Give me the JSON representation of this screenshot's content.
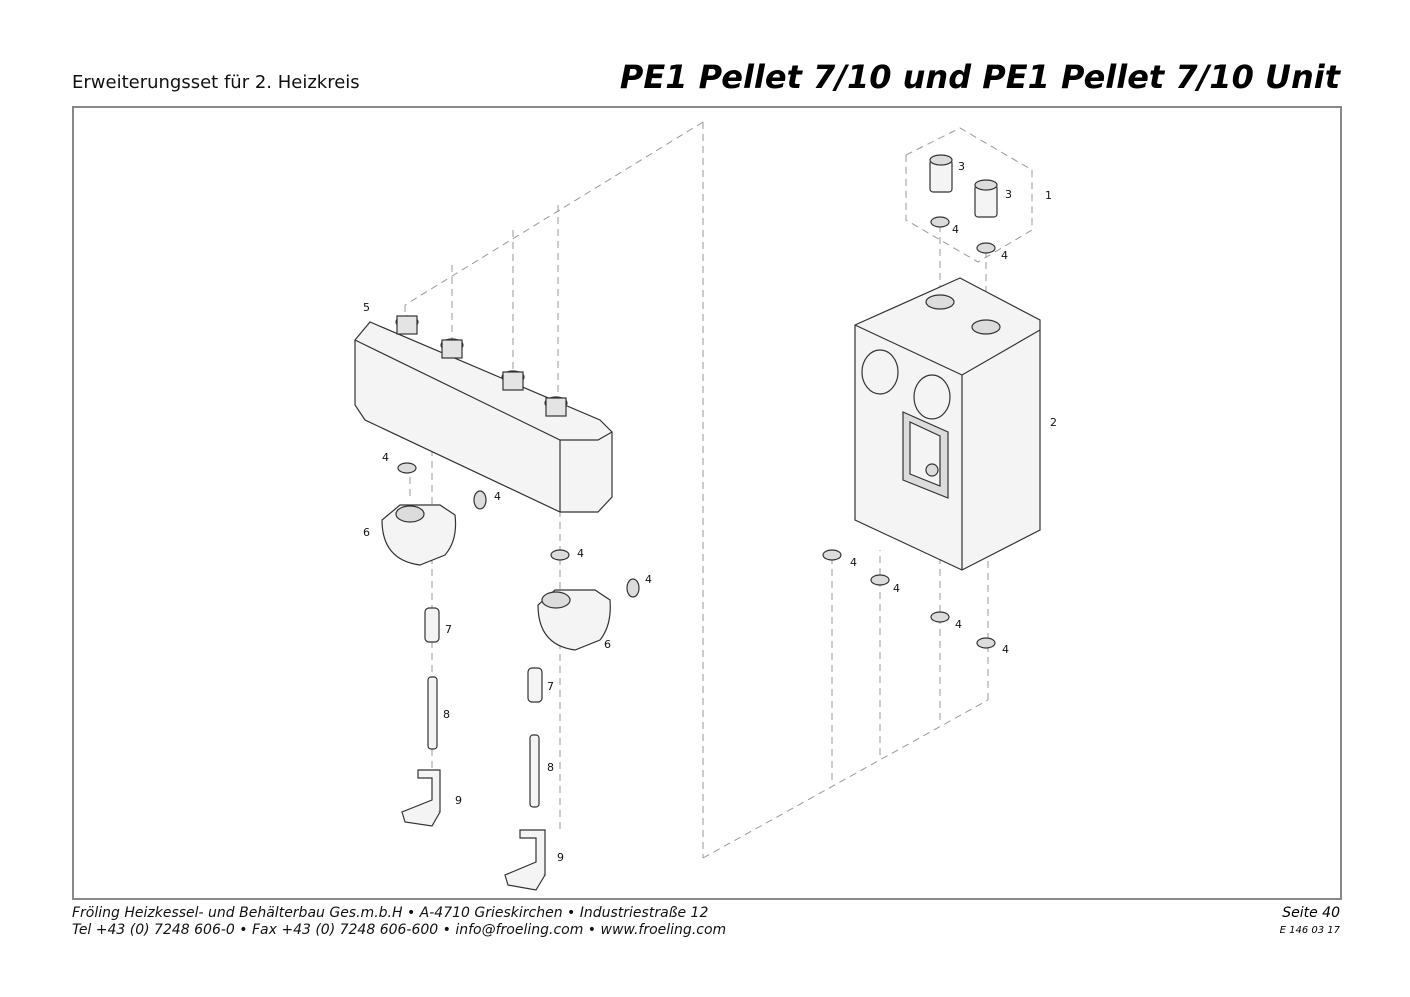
{
  "header": {
    "subtitle": "Erweiterungsset für 2. Heizkreis",
    "title": "PE1 Pellet 7/10 und PE1 Pellet 7/10 Unit"
  },
  "diagram": {
    "labels": {
      "l1": "1",
      "l2": "2",
      "l3a": "3",
      "l3b": "3",
      "l4a": "4",
      "l4b": "4",
      "l4c": "4",
      "l4d": "4",
      "l4e": "4",
      "l4f": "4",
      "l4g": "4",
      "l4h": "4",
      "l4i": "4",
      "l4j": "4",
      "l5": "5",
      "l6a": "6",
      "l6b": "6",
      "l7a": "7",
      "l7b": "7",
      "l8a": "8",
      "l8b": "8",
      "l9a": "9",
      "l9b": "9"
    }
  },
  "footer": {
    "line1": "Fröling Heizkessel- und Behälterbau Ges.m.b.H   •   A-4710 Grieskirchen   •   Industriestraße 12",
    "line2": "Tel +43 (0) 7248 606-0   •   Fax +43 (0) 7248 606-600   •   info@froeling.com   •   www.froeling.com",
    "page": "Seite 40",
    "code": "E 146 03 17"
  }
}
